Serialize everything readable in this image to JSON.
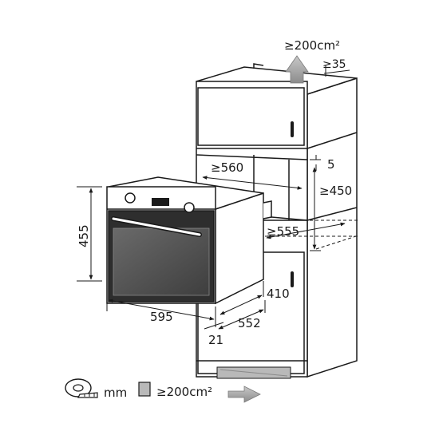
{
  "dimensions": {
    "vent_top": "≥200cm²",
    "gap_top": "≥35",
    "clearance_5": "5",
    "niche_width": "≥560",
    "niche_height": "≥450",
    "niche_depth": "≥555",
    "oven_height": "455",
    "oven_width": "595",
    "oven_depth": "552",
    "front_thickness": "21",
    "body_depth": "410"
  },
  "legend": {
    "unit": "mm",
    "vent_area": "≥200cm²"
  },
  "colors": {
    "line": "#1a1a1a",
    "cabinet_fill": "#ffffff",
    "glass": "#5a5a5a",
    "vent_grey": "#b9b9b9",
    "arrow_grey": "#a8a8a8"
  },
  "icons": {
    "tape_measure": "tape-measure-icon",
    "vent_area": "grey-square-icon"
  }
}
